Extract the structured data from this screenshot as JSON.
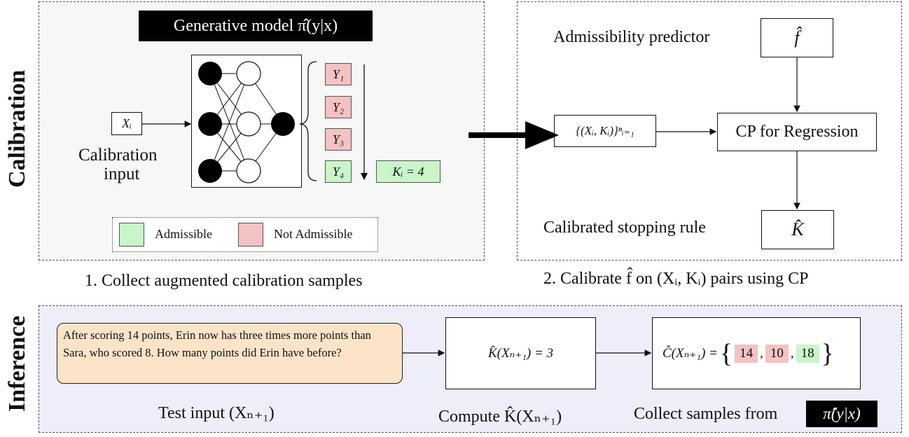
{
  "calibration": {
    "section_label": "Calibration",
    "generative_model_label": "Generative model π̂(y|x)",
    "input_symbol": "Xᵢ",
    "input_caption_line1": "Calibration",
    "input_caption_line2": "input",
    "samples": [
      "Y₁",
      "Y₂",
      "Y₃",
      "Y₄"
    ],
    "sample_status": [
      "not-admissible",
      "not-admissible",
      "not-admissible",
      "admissible"
    ],
    "k_label": "Kᵢ = 4",
    "legend": {
      "admissible": "Admissible",
      "not_admissible": "Not Admissible"
    },
    "step1_caption": "1. Collect augmented calibration samples",
    "admissibility_predictor_label": "Admissibility predictor",
    "f_hat": "f̂",
    "pairs_label": "{(Xᵢ, Kᵢ)}ⁿᵢ₌₁",
    "cp_label": "CP for Regression",
    "stopping_rule_label": "Calibrated stopping rule",
    "k_hat": "K̂",
    "step2_caption": "2. Calibrate f̂ on (Xᵢ, Kᵢ) pairs using CP"
  },
  "inference": {
    "section_label": "Inference",
    "question": "After scoring 14 points, Erin now has three times more points than Sara, who scored 8. How many points did Erin have before?",
    "k_expr": "K̂(Xₙ₊₁) = 3",
    "c_prefix": "Ĉ(Xₙ₊₁) =",
    "c_items": [
      "14",
      "10",
      "18"
    ],
    "c_item_status": [
      "not-admissible",
      "not-admissible",
      "admissible"
    ],
    "caption_test": "Test input (Xₙ₊₁)",
    "caption_compute": "Compute K̂(Xₙ₊₁)",
    "caption_collect": "Collect samples from",
    "caption_collect_model": "π̂(y|x)"
  },
  "colors": {
    "admissible": "#c9f5c9",
    "not_admissible": "#f4c2c2",
    "question_bg": "#fde4c8",
    "inference_bg": "#eeeefb",
    "calibration_bg": "#f7f7f7"
  }
}
